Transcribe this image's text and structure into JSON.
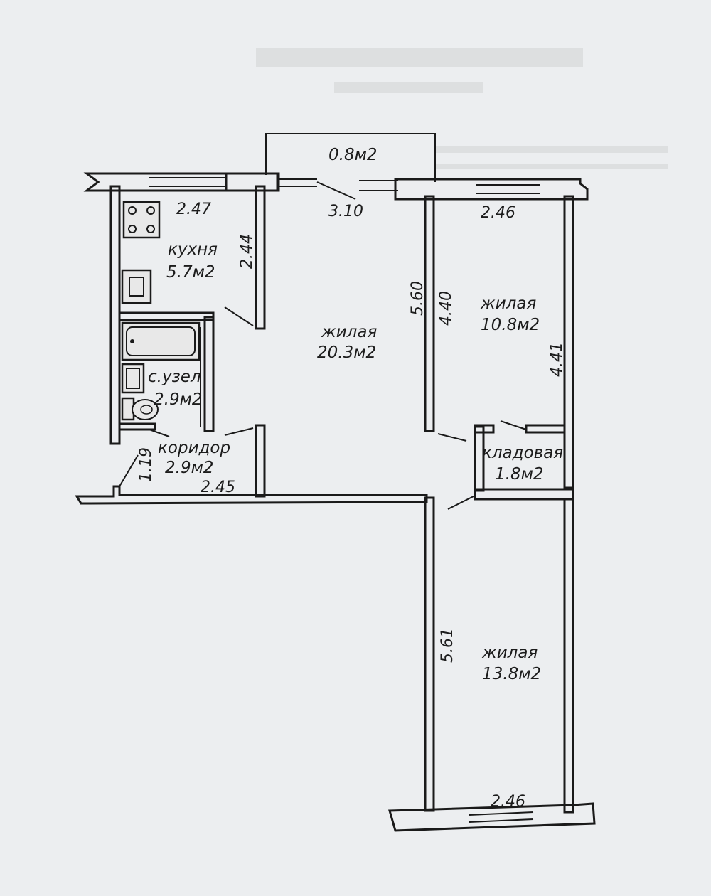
{
  "rooms": {
    "balcony": {
      "area": "0.8м2"
    },
    "kitchen": {
      "name": "кухня",
      "area": "5.7м2"
    },
    "living1": {
      "name": "жилая",
      "area": "20.3м2"
    },
    "living2": {
      "name": "жилая",
      "area": "10.8м2"
    },
    "bathroom": {
      "name": "с.узел",
      "area": "2.9м2"
    },
    "corridor": {
      "name": "коридор",
      "area": "2.9м2"
    },
    "storage": {
      "name": "кладовая",
      "area": "1.8м2"
    },
    "living3": {
      "name": "жилая",
      "area": "13.8м2"
    }
  },
  "dimensions": {
    "kitchen_width": "2.47",
    "kitchen_depth": "2.44",
    "living1_width": "3.10",
    "living1_depth": "5.60",
    "living2_width": "2.46",
    "living2_depth_inner": "4.40",
    "living2_depth": "4.41",
    "corridor_width": "1.19",
    "corridor_length": "2.45",
    "living3_depth": "5.61",
    "living3_width": "2.46"
  }
}
